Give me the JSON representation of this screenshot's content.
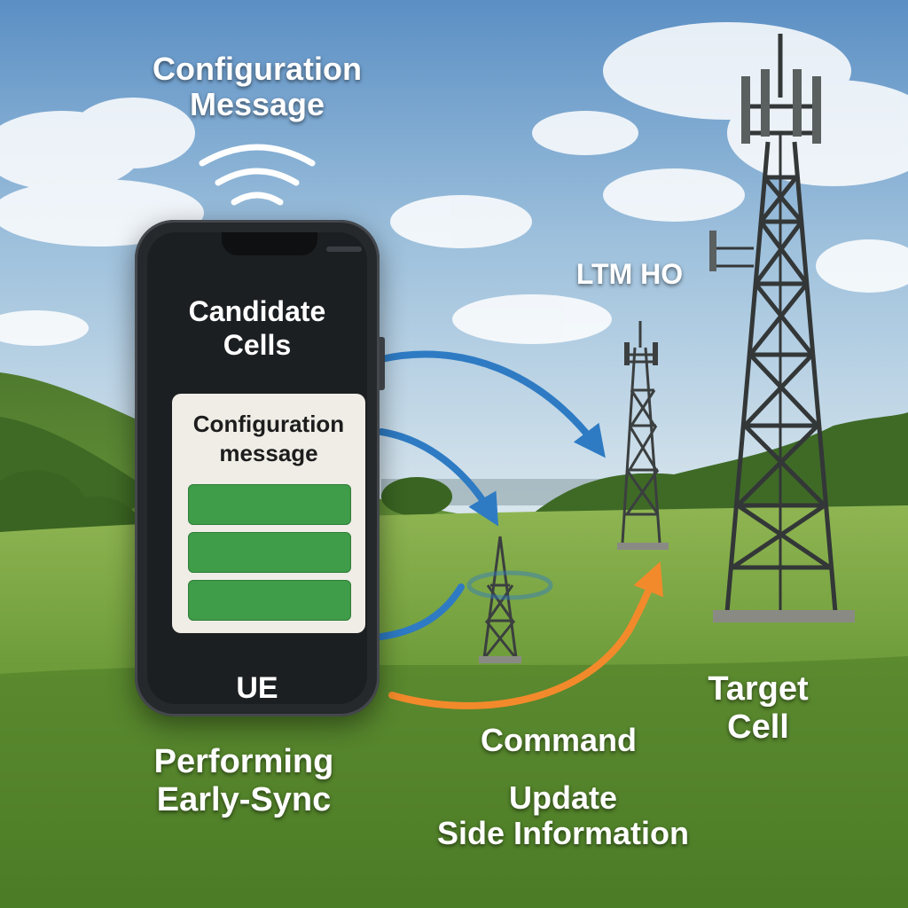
{
  "labels": {
    "configuration_top": [
      "Configuration",
      "Message"
    ],
    "ltm_ho": "LTM HO",
    "phone_heading": [
      "Candidate",
      "Cells"
    ],
    "card_title": [
      "Configuration",
      "message"
    ],
    "phone_caption": "UE",
    "performing": [
      "Performing",
      "Early-Sync"
    ],
    "command": "Command",
    "update": [
      "Update",
      "Side Information"
    ],
    "target": [
      "Target",
      "Cell"
    ]
  },
  "colors": {
    "blue_arrow": "#2e7bc4",
    "orange_arrow": "#f28a2b",
    "config_entry": "#3f9c49"
  },
  "config_entries": 3
}
